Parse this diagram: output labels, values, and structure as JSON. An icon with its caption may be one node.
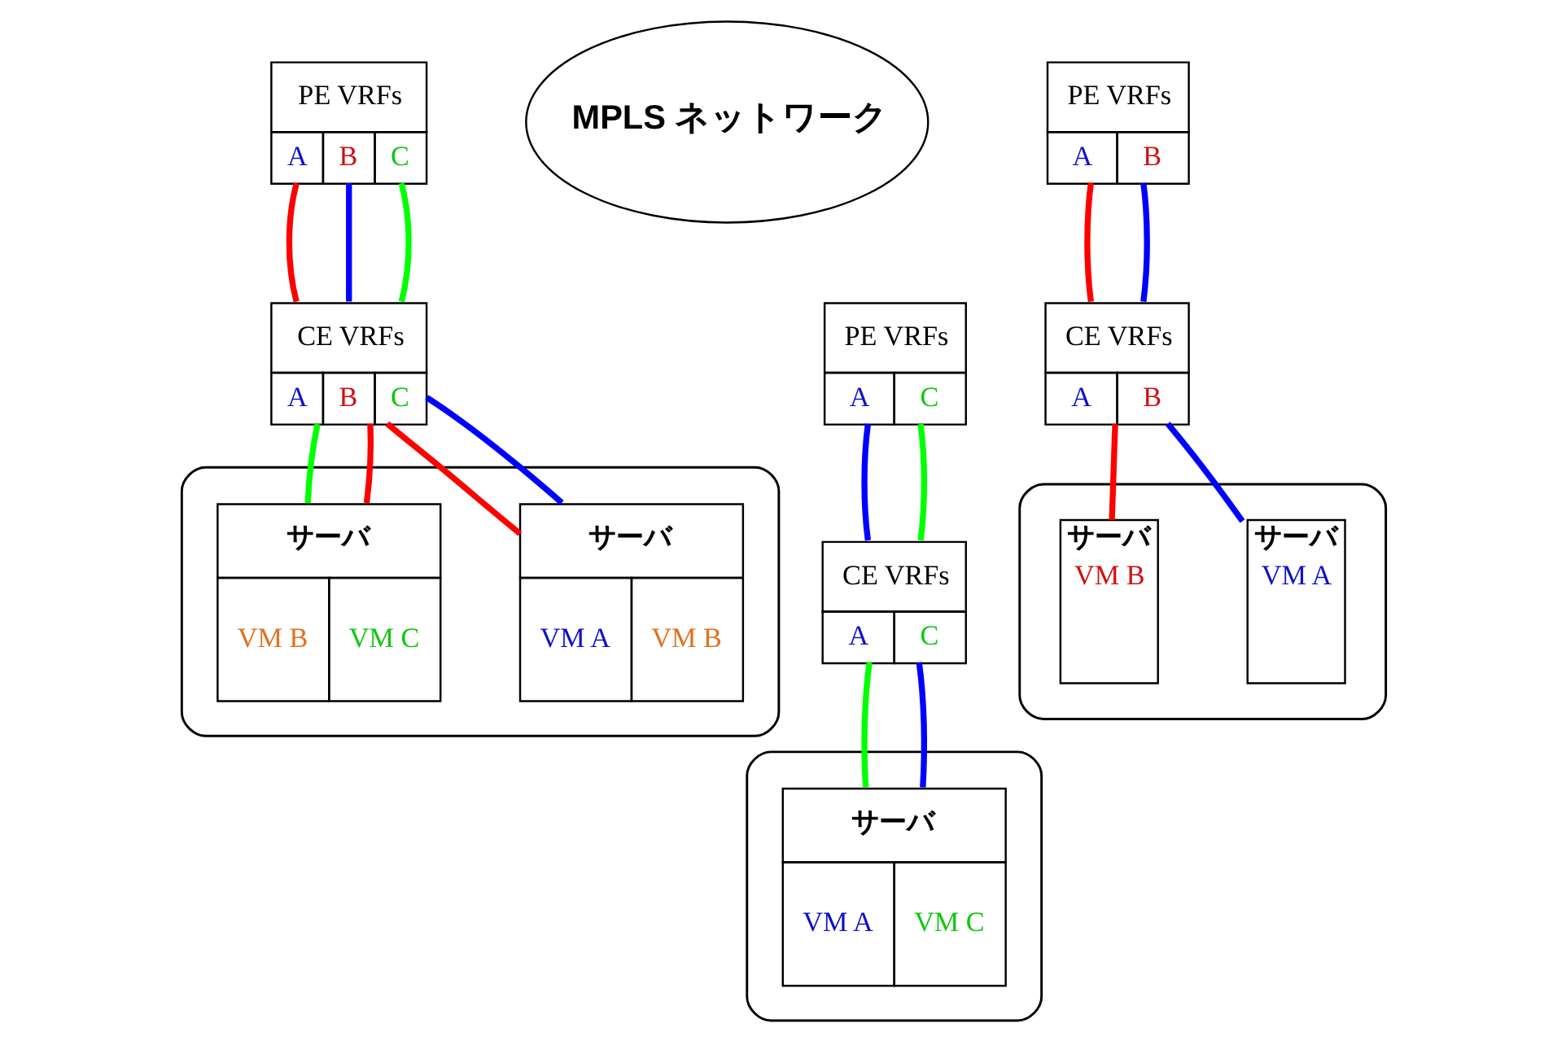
{
  "diagram": {
    "nodes": [
      {
        "text": [],
        "shape": "ellipse"
      },
      {
        "text": [
          "サーバ",
          "VM A",
          "VM B"
        ],
        "in": 0
      },
      {
        "text": [
          "サーバ",
          "VM B",
          "VM C"
        ],
        "in": 0
      },
      {
        "text": [
          "CE VRFs",
          "A",
          "B",
          "C"
        ]
      },
      {
        "text": [
          "MPLS ネットワーク"
        ]
      },
      {
        "text": [
          "PE VRFs",
          "A",
          "B",
          "C"
        ]
      },
      {
        "text": [
          "PE VRFs",
          "A",
          "B"
        ]
      },
      {
        "text": [
          "CE VRFs",
          "A",
          "B"
        ]
      },
      {
        "text": [],
        "shape": "ellipse"
      },
      {
        "text": [
          "サーバ",
          "VM A"
        ],
        "in": 8
      },
      {
        "text": [
          "サーバ",
          "VM B"
        ],
        "in": 8
      },
      {
        "text": [
          "PE VRFs",
          "A",
          "C"
        ]
      },
      {
        "text": [
          "CE VRFs",
          "A",
          "C"
        ]
      },
      {
        "text": [],
        "shape": "ellipse"
      },
      {
        "text": [
          "サーバ",
          "VM A",
          "VM C"
        ],
        "in": 13
      }
    ],
    "edges": [
      {
        "from": 3,
        "to": 1,
        "arrow": "none",
        "color": "#ff0000"
      },
      {
        "from": 3,
        "to": 1,
        "arrow": "none",
        "color": "#0000ff"
      },
      {
        "from": 3,
        "to": 2,
        "arrow": "none",
        "color": "#00ff00"
      },
      {
        "from": 3,
        "to": 2,
        "arrow": "none",
        "color": "#ff0000"
      },
      {
        "from": 5,
        "to": 3,
        "arrow": "none",
        "color": "#ff0000"
      },
      {
        "from": 5,
        "to": 3,
        "arrow": "none",
        "color": "#0000ff"
      },
      {
        "from": 5,
        "to": 3,
        "arrow": "none",
        "color": "#00ff00"
      },
      {
        "from": 6,
        "to": 7,
        "arrow": "none",
        "color": "#ff0000"
      },
      {
        "from": 6,
        "to": 7,
        "arrow": "none",
        "color": "#0000ff"
      },
      {
        "from": 7,
        "to": 9,
        "arrow": "none",
        "color": "#0000ff"
      },
      {
        "from": 7,
        "to": 10,
        "arrow": "none",
        "color": "#ff0000"
      },
      {
        "from": 11,
        "to": 12,
        "arrow": "none",
        "color": "#0000ff"
      },
      {
        "from": 11,
        "to": 12,
        "arrow": "none",
        "color": "#00ff00"
      },
      {
        "from": 12,
        "to": 14,
        "arrow": "none",
        "color": "#00ff00"
      },
      {
        "from": 12,
        "to": 14,
        "arrow": "none",
        "color": "#0000ff"
      }
    ]
  }
}
